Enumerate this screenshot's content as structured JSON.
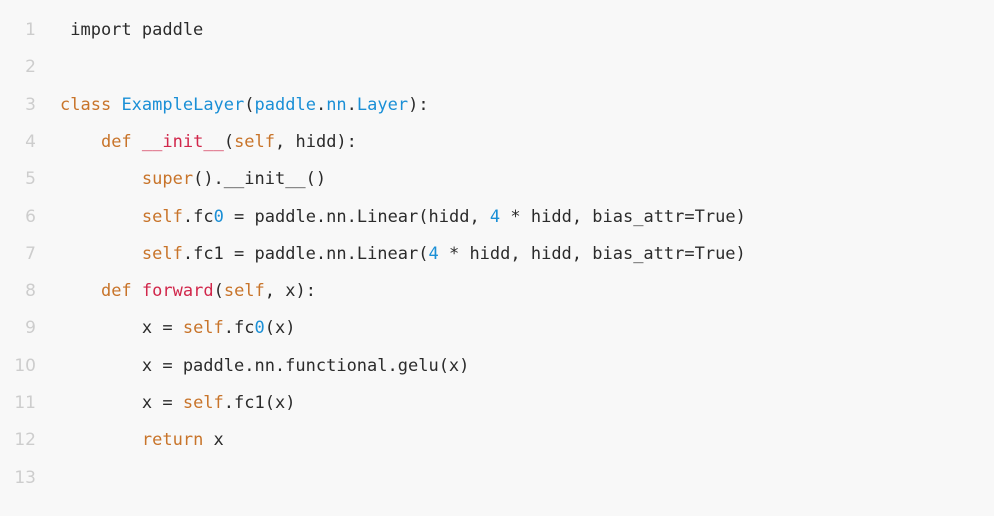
{
  "colors": {
    "background": "#f8f8f8",
    "line_number": "#cdcdcd",
    "text": "#2b2b2b",
    "keyword": "#c8742a",
    "class_ref": "#1a8fd6",
    "function_name": "#d1274b"
  },
  "lines": [
    {
      "number": "1",
      "tokens": [
        {
          "t": " import paddle",
          "k": "plain"
        }
      ]
    },
    {
      "number": "2",
      "tokens": []
    },
    {
      "number": "3",
      "tokens": [
        {
          "t": "class",
          "k": "kw"
        },
        {
          "t": " ",
          "k": "plain"
        },
        {
          "t": "ExampleLayer",
          "k": "cls"
        },
        {
          "t": "(",
          "k": "plain"
        },
        {
          "t": "paddle",
          "k": "cls"
        },
        {
          "t": ".",
          "k": "plain"
        },
        {
          "t": "nn",
          "k": "cls"
        },
        {
          "t": ".",
          "k": "plain"
        },
        {
          "t": "Layer",
          "k": "cls"
        },
        {
          "t": "):",
          "k": "plain"
        }
      ]
    },
    {
      "number": "4",
      "tokens": [
        {
          "t": "    ",
          "k": "plain"
        },
        {
          "t": "def",
          "k": "kw"
        },
        {
          "t": " ",
          "k": "plain"
        },
        {
          "t": "__init__",
          "k": "fn"
        },
        {
          "t": "(",
          "k": "plain"
        },
        {
          "t": "self",
          "k": "kw"
        },
        {
          "t": ", hidd):",
          "k": "plain"
        }
      ]
    },
    {
      "number": "5",
      "tokens": [
        {
          "t": "        ",
          "k": "plain"
        },
        {
          "t": "super",
          "k": "kw"
        },
        {
          "t": "().__init__()",
          "k": "plain"
        }
      ]
    },
    {
      "number": "6",
      "tokens": [
        {
          "t": "        ",
          "k": "plain"
        },
        {
          "t": "self",
          "k": "kw"
        },
        {
          "t": ".fc",
          "k": "plain"
        },
        {
          "t": "0",
          "k": "num"
        },
        {
          "t": " = paddle.nn.Linear(hidd, ",
          "k": "plain"
        },
        {
          "t": "4",
          "k": "num"
        },
        {
          "t": " * hidd, bias_attr=True)",
          "k": "plain"
        }
      ]
    },
    {
      "number": "7",
      "tokens": [
        {
          "t": "        ",
          "k": "plain"
        },
        {
          "t": "self",
          "k": "kw"
        },
        {
          "t": ".fc1 = paddle.nn.Linear(",
          "k": "plain"
        },
        {
          "t": "4",
          "k": "num"
        },
        {
          "t": " * hidd, hidd, bias_attr=True)",
          "k": "plain"
        }
      ]
    },
    {
      "number": "8",
      "tokens": [
        {
          "t": "    ",
          "k": "plain"
        },
        {
          "t": "def",
          "k": "kw"
        },
        {
          "t": " ",
          "k": "plain"
        },
        {
          "t": "forward",
          "k": "fn"
        },
        {
          "t": "(",
          "k": "plain"
        },
        {
          "t": "self",
          "k": "kw"
        },
        {
          "t": ", x):",
          "k": "plain"
        }
      ]
    },
    {
      "number": "9",
      "tokens": [
        {
          "t": "        x = ",
          "k": "plain"
        },
        {
          "t": "self",
          "k": "kw"
        },
        {
          "t": ".fc",
          "k": "plain"
        },
        {
          "t": "0",
          "k": "num"
        },
        {
          "t": "(x)",
          "k": "plain"
        }
      ]
    },
    {
      "number": "10",
      "tokens": [
        {
          "t": "        x = paddle.nn.functional.gelu(x)",
          "k": "plain"
        }
      ]
    },
    {
      "number": "11",
      "tokens": [
        {
          "t": "        x = ",
          "k": "plain"
        },
        {
          "t": "self",
          "k": "kw"
        },
        {
          "t": ".fc1(x)",
          "k": "plain"
        }
      ]
    },
    {
      "number": "12",
      "tokens": [
        {
          "t": "        ",
          "k": "plain"
        },
        {
          "t": "return",
          "k": "kw"
        },
        {
          "t": " x",
          "k": "plain"
        }
      ]
    },
    {
      "number": "13",
      "tokens": []
    }
  ]
}
